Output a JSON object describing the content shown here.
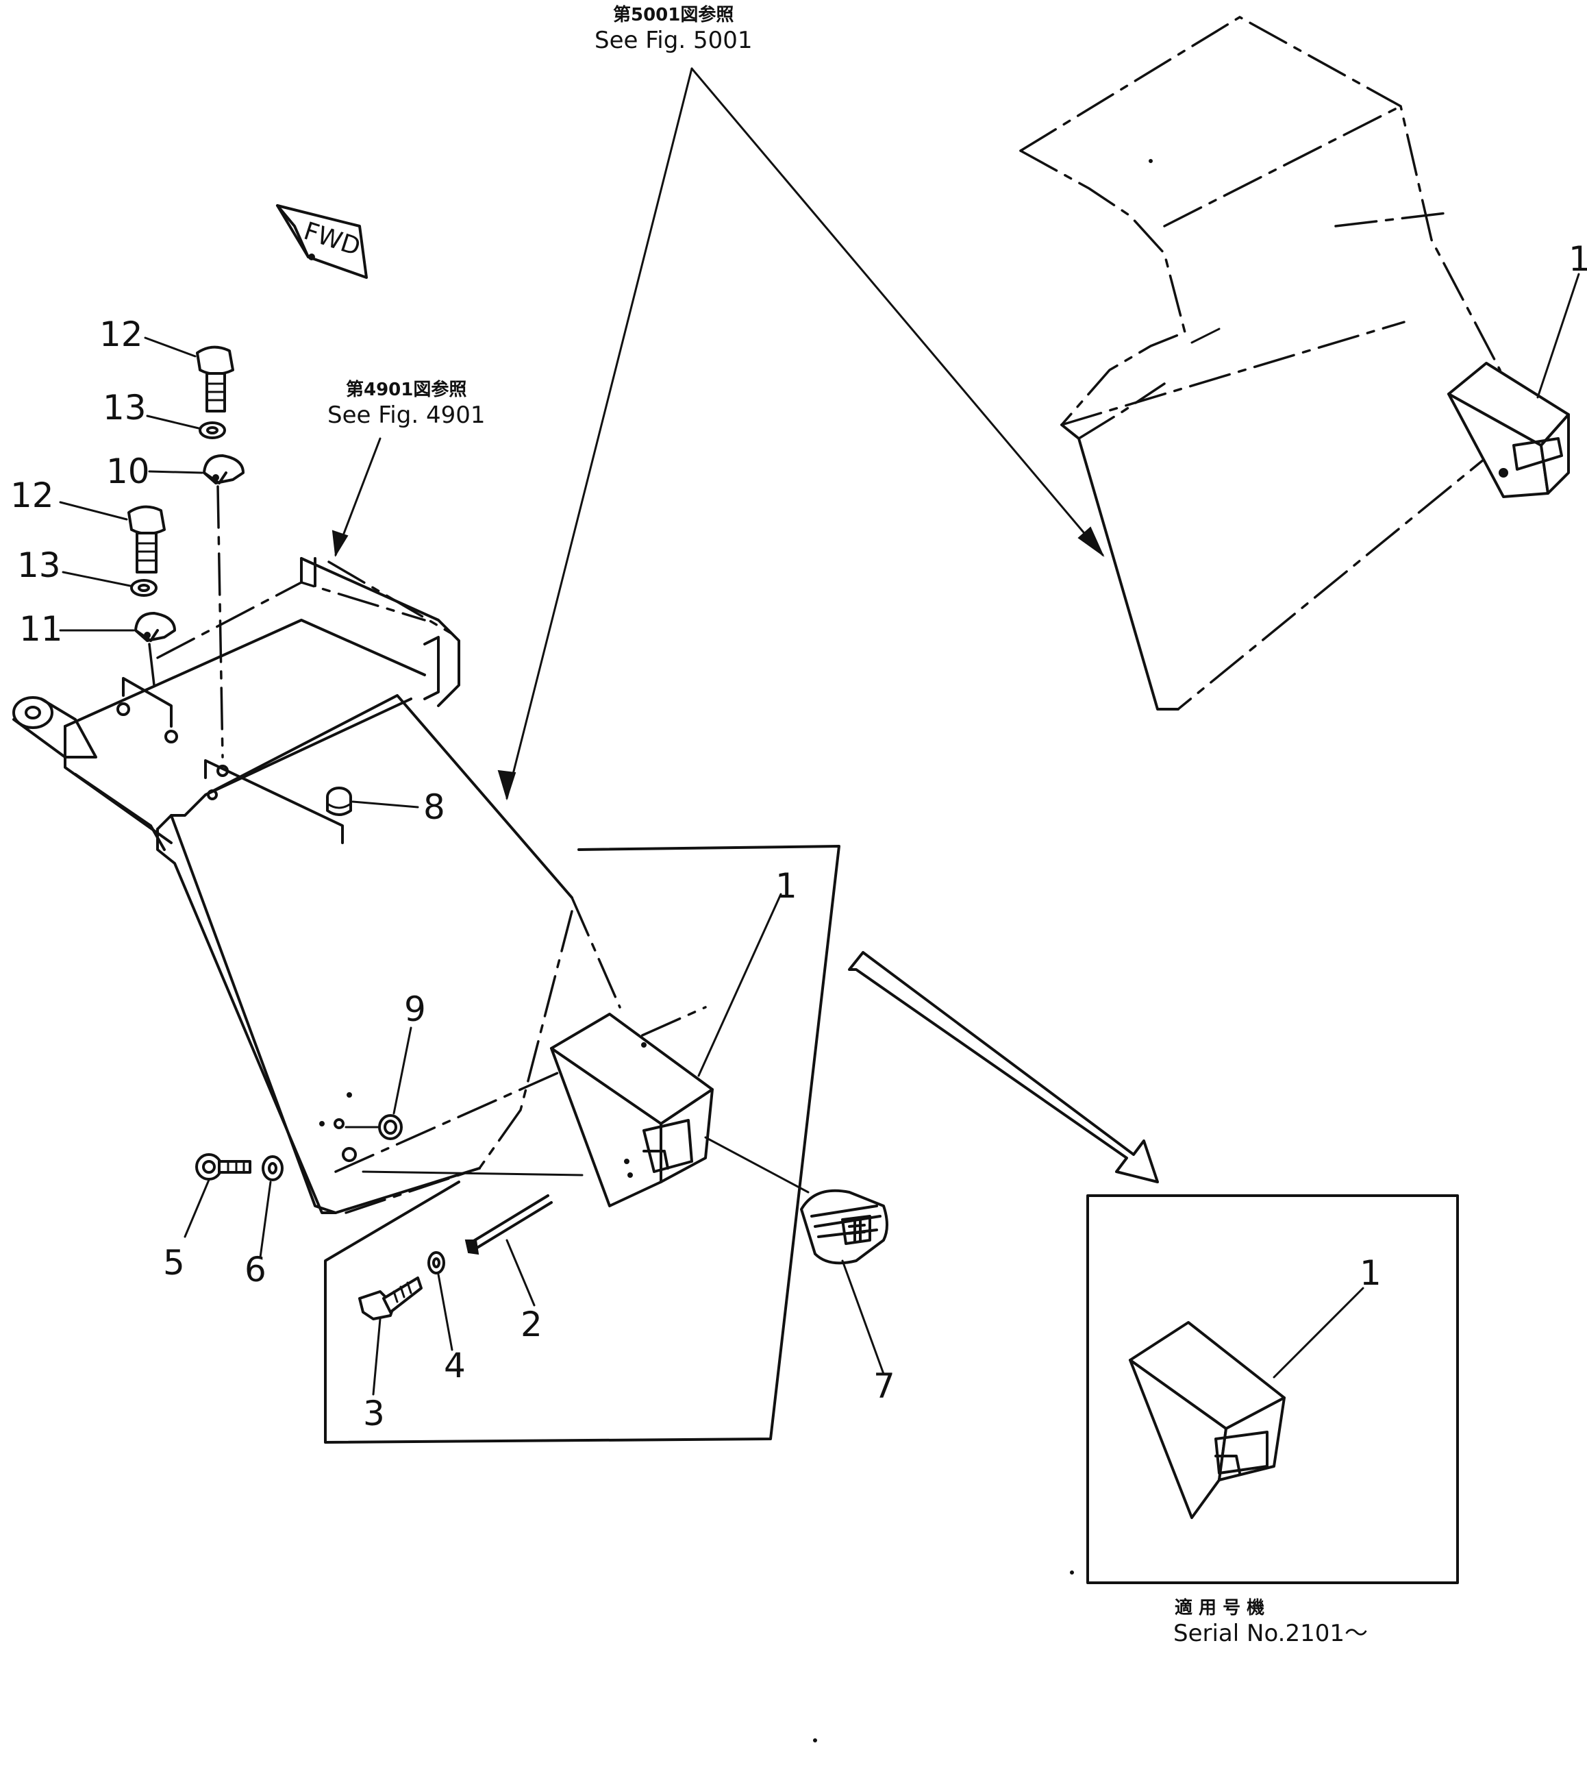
{
  "references": {
    "fig5001_jp": "第5001図参照",
    "fig5001_en": "See Fig. 5001",
    "fig4901_jp": "第4901図参照",
    "fig4901_en": "See Fig. 4901"
  },
  "direction_tag": "FWD",
  "callouts": {
    "part_1_main": "1",
    "part_1_top": "1",
    "part_1_serial": "1",
    "part_2": "2",
    "part_3": "3",
    "part_4": "4",
    "part_5": "5",
    "part_6": "6",
    "part_7": "7",
    "part_8": "8",
    "part_9": "9",
    "part_10": "10",
    "part_11": "11",
    "part_12_upper": "12",
    "part_12_lower": "12",
    "part_13_upper": "13",
    "part_13_lower": "13"
  },
  "serial_box": {
    "label_jp": "適 用 号 機",
    "label_en": "Serial No.2101～"
  }
}
